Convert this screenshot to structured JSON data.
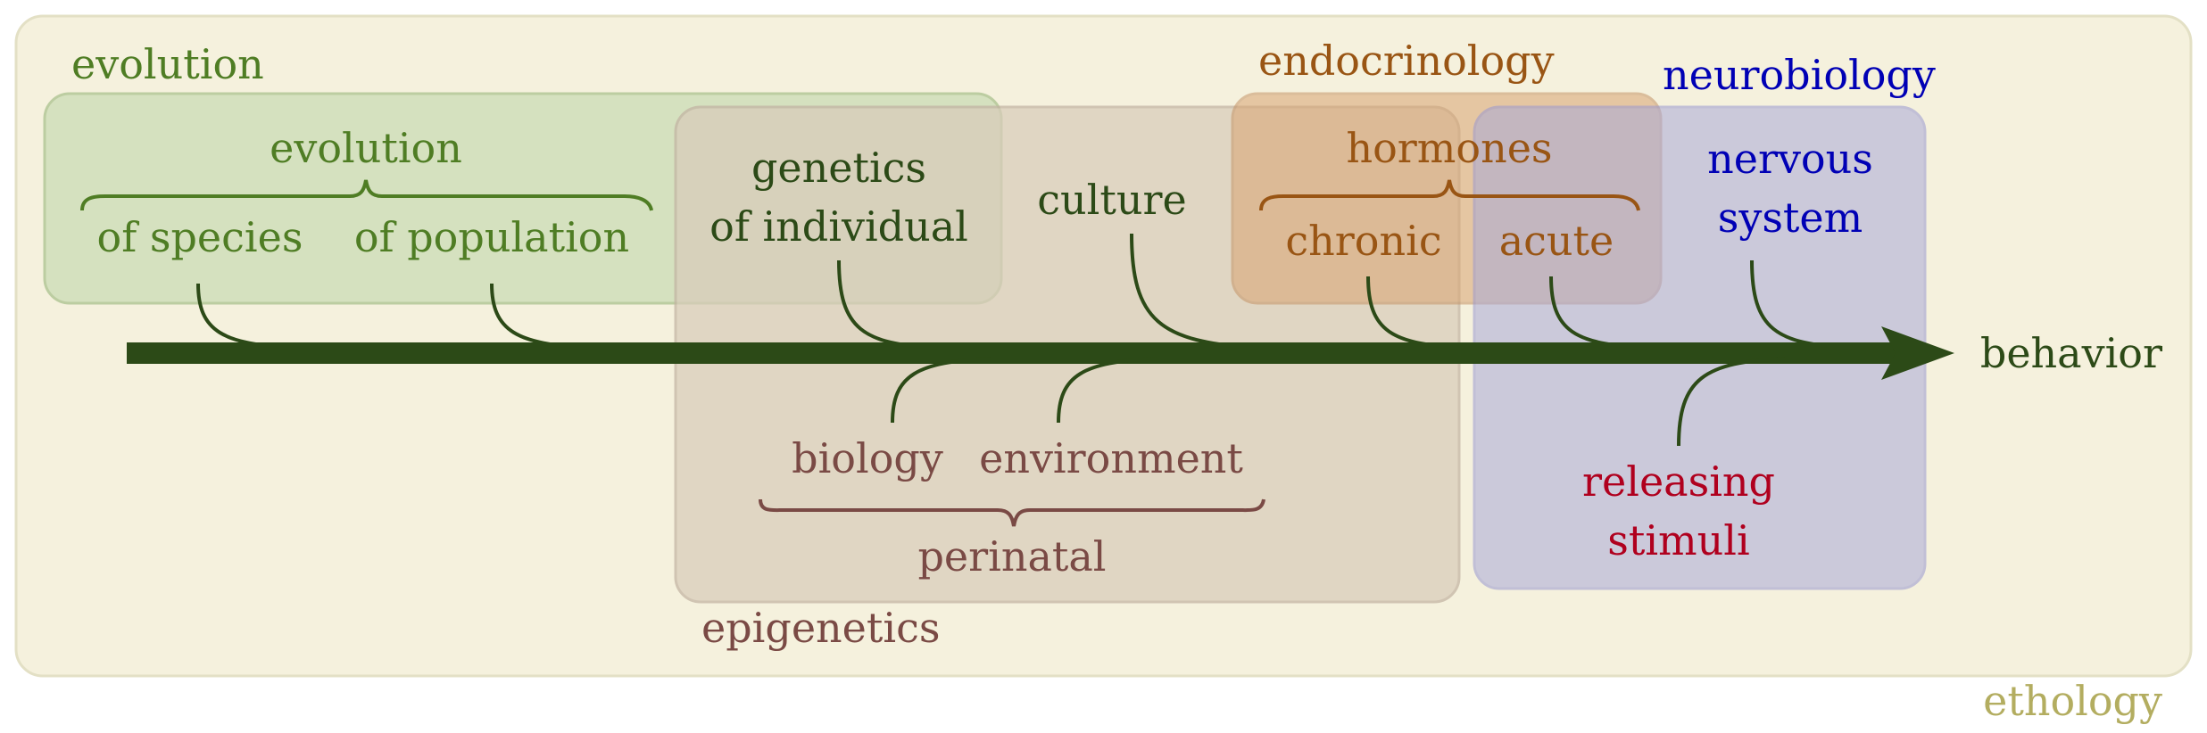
{
  "colors": {
    "ethology_box_fill": "#f5f1dd",
    "ethology_box_stroke": "#e3e0c5",
    "ethology_text": "#b3ad60",
    "evolution_box_fill": "#d3e0bd",
    "evolution_box_stroke": "#b8ca9c",
    "evolution_text": "#4f7d24",
    "epigenetics_box_fill": "#e1d5c3",
    "epigenetics_box_stroke": "#cbbcab",
    "epigenetics_text": "#7a4a45",
    "endocrinology_box_fill": "#dfb58a",
    "endocrinology_box_stroke": "#caa276",
    "endocrinology_text": "#995514",
    "neurobiology_box_fill": "#c9c7dd",
    "neurobiology_box_stroke": "#aaa9d6",
    "neurobiology_text": "#0000b5",
    "arrow": "#2c4a17",
    "releasing_stimuli_text": "#b0001e"
  },
  "regions": {
    "ethology": "ethology",
    "evolution": "evolution",
    "epigenetics": "epigenetics",
    "endocrinology": "endocrinology",
    "neurobiology": "neurobiology"
  },
  "nodes": {
    "evolution_brace": "evolution",
    "of_species": "of species",
    "of_population": "of population",
    "genetics_line1": "genetics",
    "genetics_line2": "of individual",
    "culture": "culture",
    "hormones": "hormones",
    "chronic": "chronic",
    "acute": "acute",
    "nervous_line1": "nervous",
    "nervous_line2": "system",
    "biology": "biology",
    "environment": "environment",
    "perinatal": "perinatal",
    "releasing_line1": "releasing",
    "releasing_line2": "stimuli",
    "behavior": "behavior"
  }
}
